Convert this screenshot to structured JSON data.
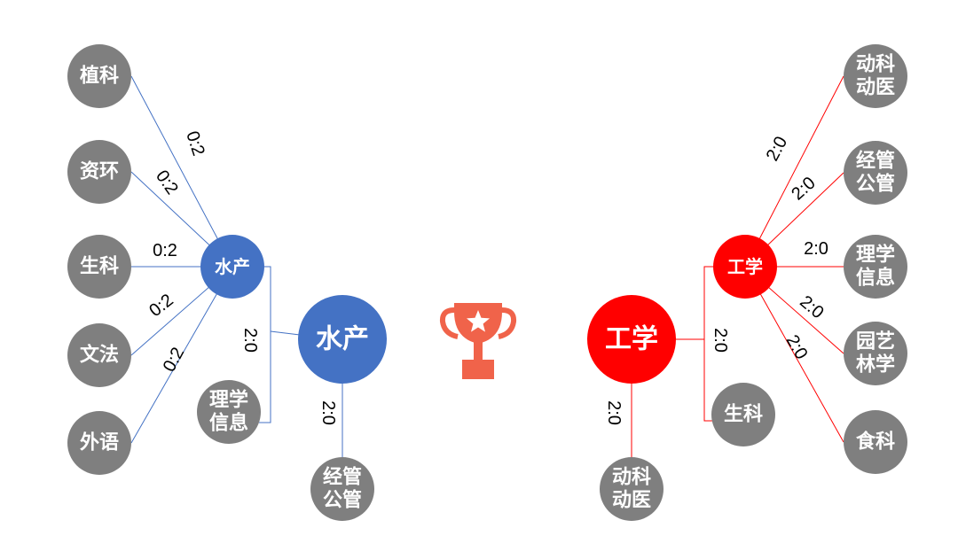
{
  "colors": {
    "blue": "#4472C4",
    "red": "#FF0000",
    "gray": "#7F7F7F",
    "trophy": "#F0634A",
    "text": "#FFFFFF"
  },
  "trophy_icon": "trophy-star-icon",
  "left": {
    "champion": "水产",
    "semifinal": "水产",
    "r1_opponents": [
      [
        "植科"
      ],
      [
        "资环"
      ],
      [
        "生科"
      ],
      [
        "文法"
      ],
      [
        "外语"
      ]
    ],
    "r1_scores": [
      "0:2",
      "0:2",
      "0:2",
      "0:2",
      "0:2"
    ],
    "r2_opponent": [
      "理学",
      "信息"
    ],
    "r2_score": "2:0",
    "final_opponent": [
      "经管",
      "公管"
    ],
    "final_score": "2:0"
  },
  "right": {
    "champion": "工学",
    "semifinal": "工学",
    "r1_opponents": [
      [
        "动科",
        "动医"
      ],
      [
        "经管",
        "公管"
      ],
      [
        "理学",
        "信息"
      ],
      [
        "园艺",
        "林学"
      ],
      [
        "食科"
      ]
    ],
    "r1_scores": [
      "2:0",
      "2:0",
      "2:0",
      "2:0",
      "2:0"
    ],
    "r2_opponent": [
      "生科"
    ],
    "r2_score": "2:0",
    "final_opponent": [
      "动科",
      "动医"
    ],
    "final_score": "2:0"
  }
}
